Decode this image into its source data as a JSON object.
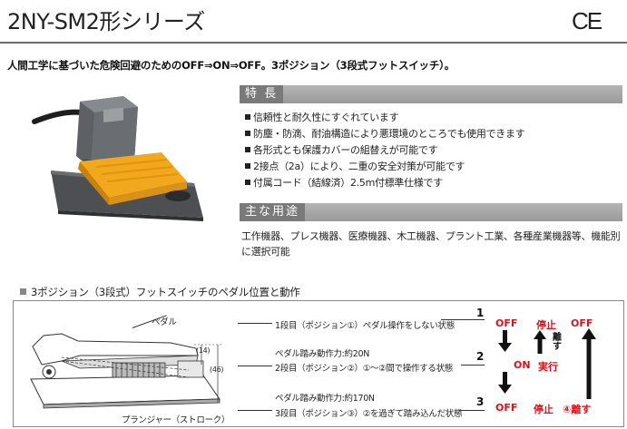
{
  "header": {
    "title": "2NY-SM2形シリーズ",
    "mark": "CE"
  },
  "tagline": "人間工学に基づいた危険回避のためのOFF⇒ON⇒OFF。3ポジション（3段式フットスイッチ）。",
  "features": {
    "heading": "特 長",
    "items": [
      "信頼性と耐久性にすぐれています",
      "防塵・防滴、耐油構造により悪環境のところでも使用できます",
      "各形式とも保護カバーの組替えが可能です",
      "2接点（2a）により、二重の安全対策が可能です",
      "付属コード（結線済）2.5m付標準仕様です"
    ]
  },
  "uses": {
    "heading": "主な用途",
    "text": "工作機器、プレス機器、医療機器、木工機器、プラント工業、各種産業機器等、機能別に選択可能"
  },
  "diagram": {
    "heading": "3ポジション（3段式）フットスイッチのペダル位置と動作",
    "labels": {
      "pedal": "ペダル",
      "plunger": "プランジャー（ストローク）",
      "dim_top": "(14)",
      "dim_side": "(46)"
    },
    "steps": [
      {
        "number": "1",
        "desc": "1段目（ポジション①）ペダル操作をしない状態",
        "force": ""
      },
      {
        "number": "2",
        "desc": "2段目（ポジション②）①〜②間で操作する状態",
        "force": "ペダル踏み動作力:約20N"
      },
      {
        "number": "3",
        "desc": "3段目（ポジション③）②を過ぎて踏み込んだ状態",
        "force": "ペダル踏み動作力:約170N"
      }
    ],
    "states": {
      "off_left": "OFF",
      "stop_top": "停止",
      "off_right": "OFF",
      "release_top": "離す",
      "on": "ON",
      "run": "実行",
      "off_bottom": "OFF",
      "stop_bottom": "停止",
      "release_bottom": "④離す"
    },
    "colors": {
      "accent": "#d8141b",
      "pedal": "#f2a81d"
    }
  }
}
